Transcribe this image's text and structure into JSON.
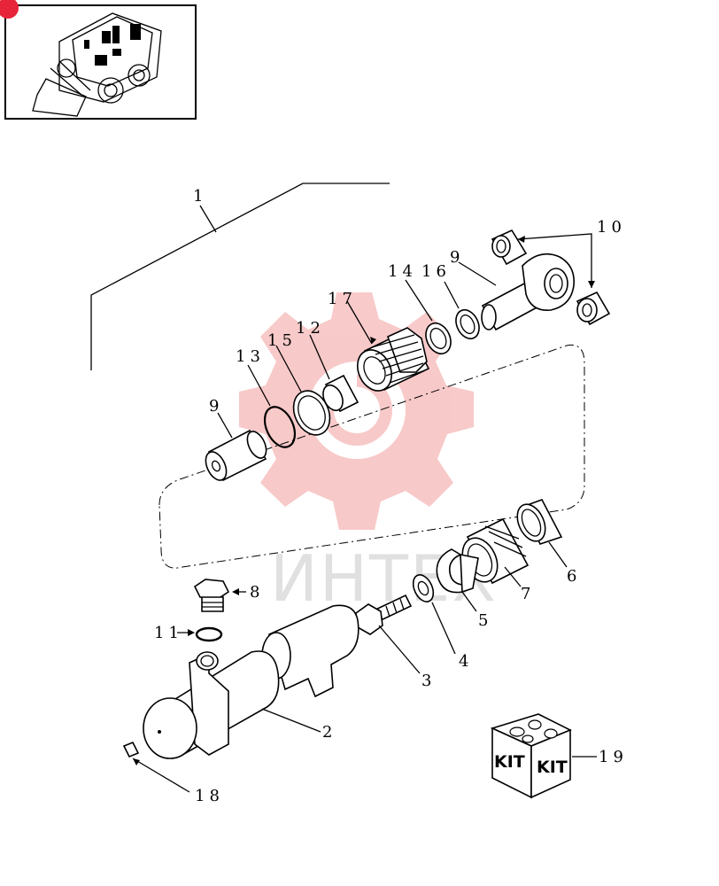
{
  "colors": {
    "badge": "#e8243a",
    "watermark_gear": "#f08a8a",
    "watermark_text": "#c8c8c8",
    "line": "#000000"
  },
  "thumbnail": {
    "icon": "skid-steer-loader-icon"
  },
  "watermark": {
    "text": "ИНТЕХ",
    "icon": "gear-logo-icon"
  },
  "kit": {
    "face_left": "KIT",
    "face_right": "KIT"
  },
  "callouts": {
    "c1": "1",
    "c2": "2",
    "c3": "3",
    "c4": "4",
    "c5": "5",
    "c6": "6",
    "c7": "7",
    "c8": "8",
    "c9a": "9",
    "c9b": "9",
    "c10": "10",
    "c11": "11",
    "c12": "12",
    "c13": "13",
    "c14": "14",
    "c15": "15",
    "c16": "16",
    "c17": "17",
    "c18": "18",
    "c19": "19"
  }
}
